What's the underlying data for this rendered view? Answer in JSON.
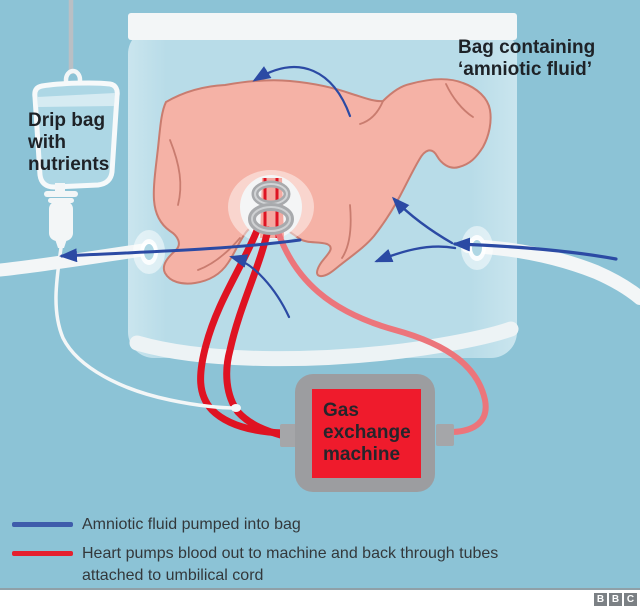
{
  "labels": {
    "drip_bag": "Drip bag\nwith\nnutrients",
    "amniotic_bag": "Bag containing\n‘amniotic fluid’",
    "machine": "Gas\nexchange\nmachine"
  },
  "legend": {
    "items": [
      {
        "label": "Amniotic fluid pumped into bag",
        "color": "#3F5CAB"
      },
      {
        "label": "Heart pumps blood out to machine and back through tubes\nattached to umbilical cord",
        "color": "#E5202E"
      }
    ]
  },
  "logo": {
    "letters": [
      "B",
      "B",
      "C"
    ]
  },
  "colors": {
    "background": "#8CC3D6",
    "bag_fill": "#B8DCE8",
    "bag_highlight": "#C9E5EE",
    "lamb_pink": "#F5B2A6",
    "lamb_outline": "#C97C6F",
    "arrow_blue": "#2B4AA4",
    "tube_red": "#DF1322",
    "tube_pink": "#EC757B",
    "tube_white": "#F3F6F7",
    "machine_gray": "#9C9DA0",
    "machine_red": "#EF1B2C",
    "grommet_gray": "#A8AAAD",
    "text_dark": "#1E2227",
    "legend_text": "#33383B"
  }
}
